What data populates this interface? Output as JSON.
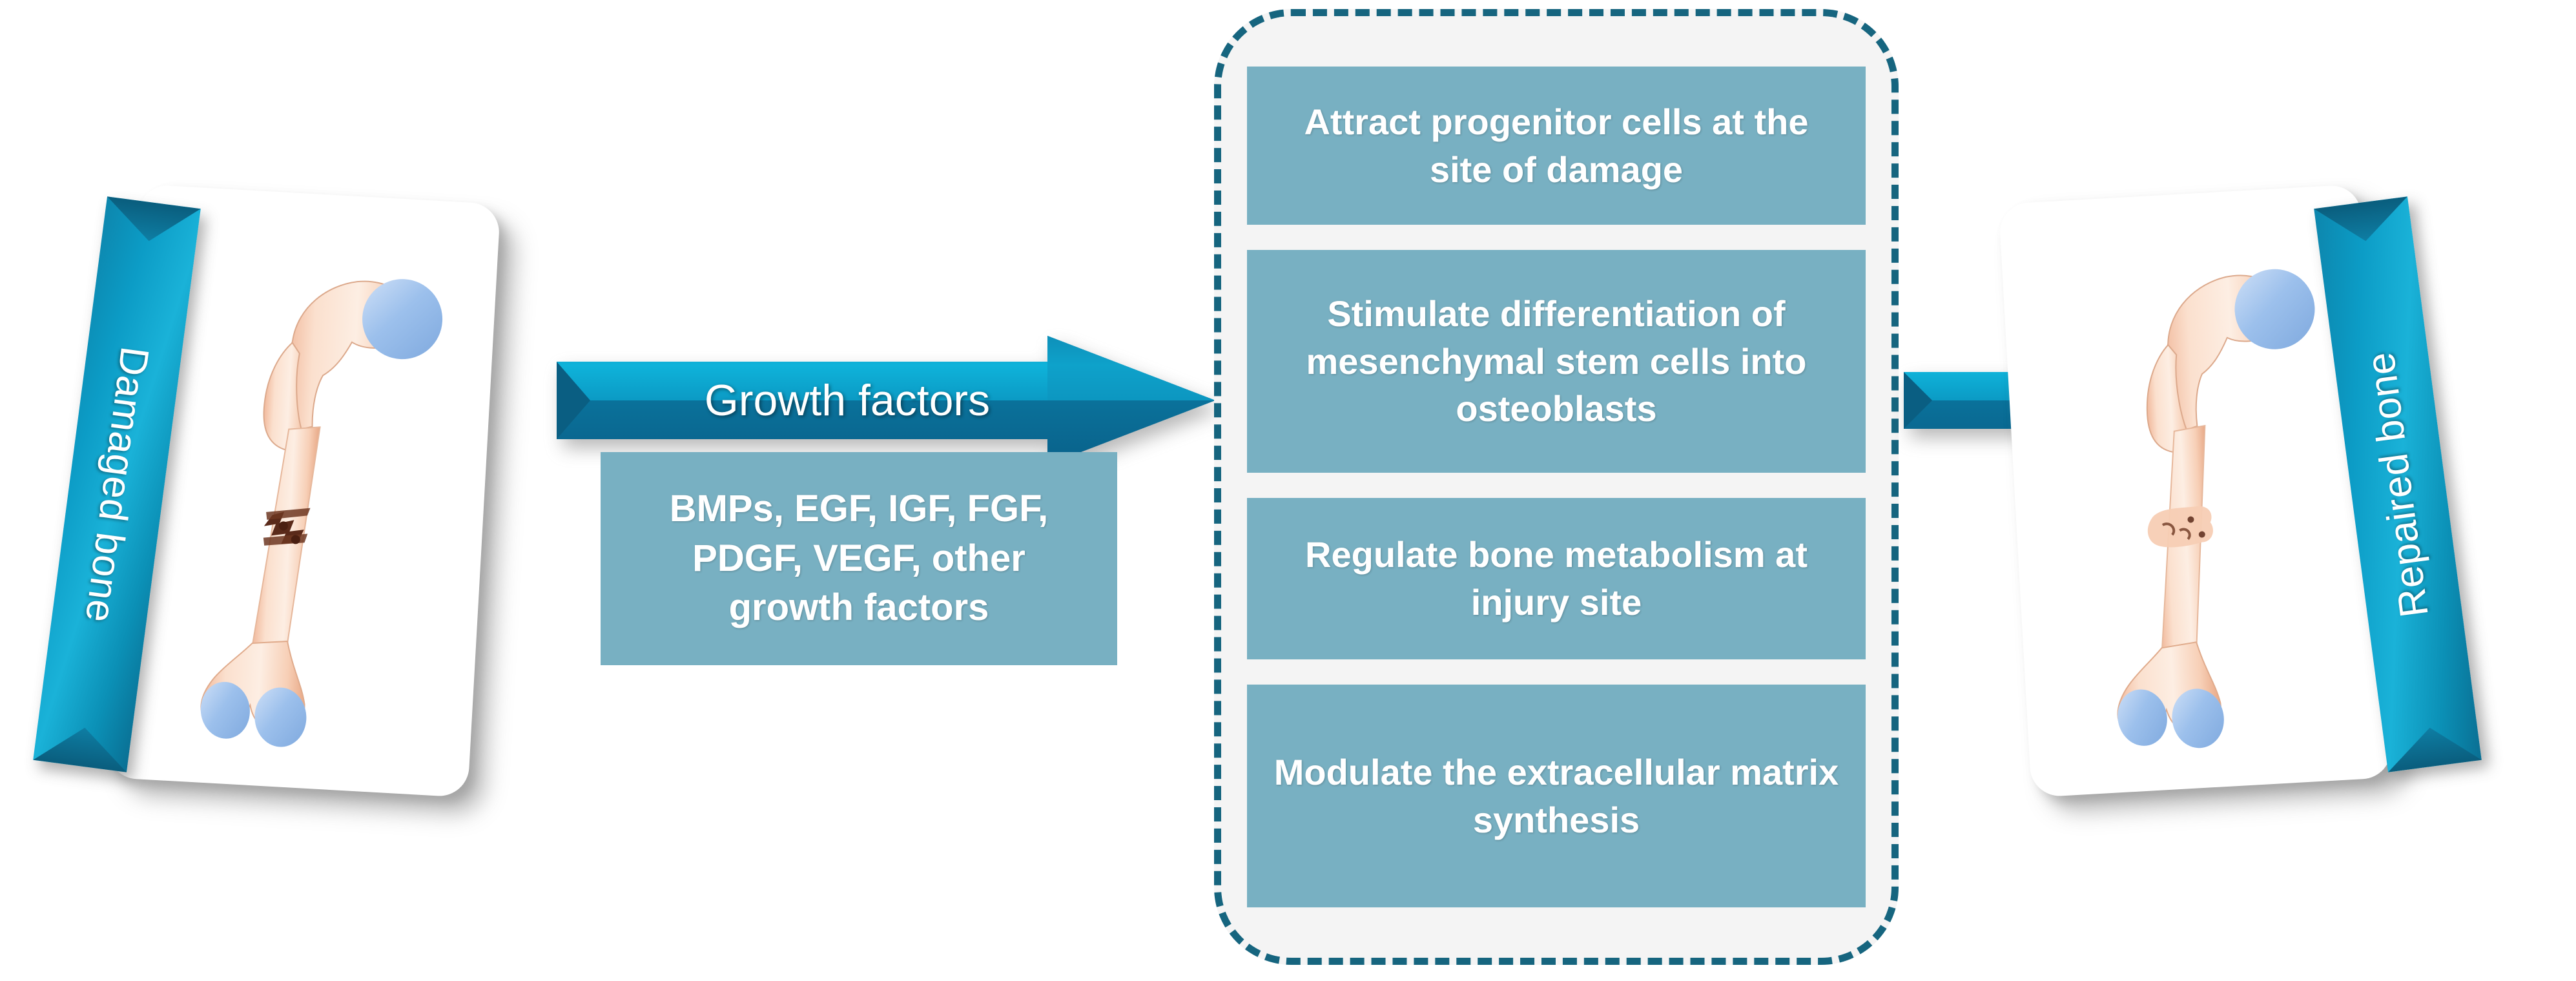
{
  "left_panel": {
    "ribbon_label": "Damaged bone",
    "illustration": "damaged-femur-with-fracture"
  },
  "right_panel": {
    "ribbon_label": "Repaired bone",
    "illustration": "repaired-femur-with-callus"
  },
  "growth_arrow": {
    "label": "Growth factors"
  },
  "output_arrow": {
    "label": ""
  },
  "factors_box": {
    "text": "BMPs, EGF, IGF, FGF, PDGF, VEGF, other growth factors"
  },
  "effects_panel": {
    "items": [
      {
        "text": "Attract progenitor cells at the site of damage"
      },
      {
        "text": "Stimulate differentiation of mesenchymal stem cells into osteoblasts"
      },
      {
        "text": "Regulate bone metabolism at injury site"
      },
      {
        "text": "Modulate the extracellular matrix synthesis"
      }
    ]
  },
  "colors": {
    "ribbon_teal": "#0c9cc6",
    "arrow_teal_light": "#0ba0cc",
    "arrow_teal_dark": "#0a6d94",
    "box_fill": "#78b0c2",
    "dashed_border": "#16657f",
    "panel_bg": "#f4f4f4",
    "bone_beige": "#f6d3bd",
    "cartilage_blue": "#a9c8ec",
    "fracture_brown": "#5a2a1a"
  }
}
